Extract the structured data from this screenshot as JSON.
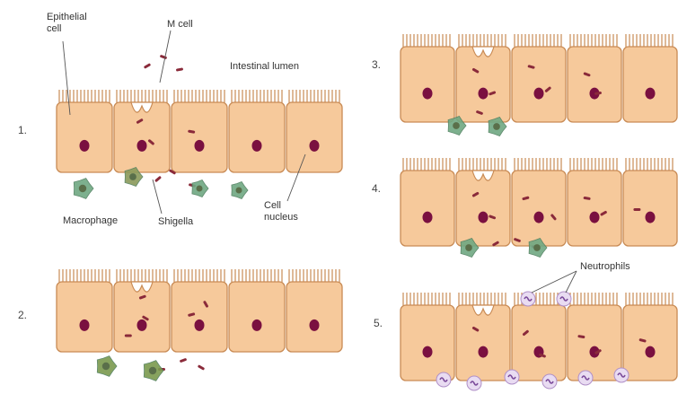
{
  "labels": {
    "epithelial": "Epithelial\ncell",
    "m_cell": "M cell",
    "lumen": "Intestinal lumen",
    "macrophage": "Macrophage",
    "shigella": "Shigella",
    "nucleus": "Cell\nnucleus",
    "neutrophils": "Neutrophils"
  },
  "steps": [
    "1.",
    "2.",
    "3.",
    "4.",
    "5."
  ],
  "colors": {
    "cell_fill": "#f6c99b",
    "cell_stroke": "#c98b55",
    "nucleus": "#7a1040",
    "bacteria": "#8a2a3a",
    "macrophage": "#6fa882",
    "neutrophil": "#b090c8"
  }
}
